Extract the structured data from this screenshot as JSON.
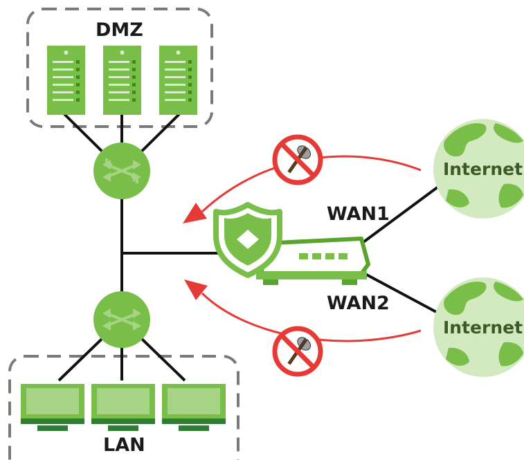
{
  "zones": {
    "dmz_label": "DMZ",
    "lan_label": "LAN"
  },
  "wan": {
    "wan1_label": "WAN1",
    "wan2_label": "WAN2"
  },
  "internet": {
    "top_label": "Internet",
    "bottom_label": "Internet"
  },
  "colors": {
    "green": "#78be49",
    "green_dark": "#59a52c",
    "light_green": "#a7d484",
    "globe_bg": "#d3e9c0",
    "arrow_red": "#e63a36",
    "line_black": "#111111",
    "dashed_gray": "#7a7a7a"
  },
  "icons": {
    "server": "server-icon",
    "switch": "switch-icon",
    "firewall": "firewall-shield-icon",
    "monitor": "monitor-icon",
    "blocked": "blocked-attack-icon",
    "globe": "globe-icon"
  }
}
